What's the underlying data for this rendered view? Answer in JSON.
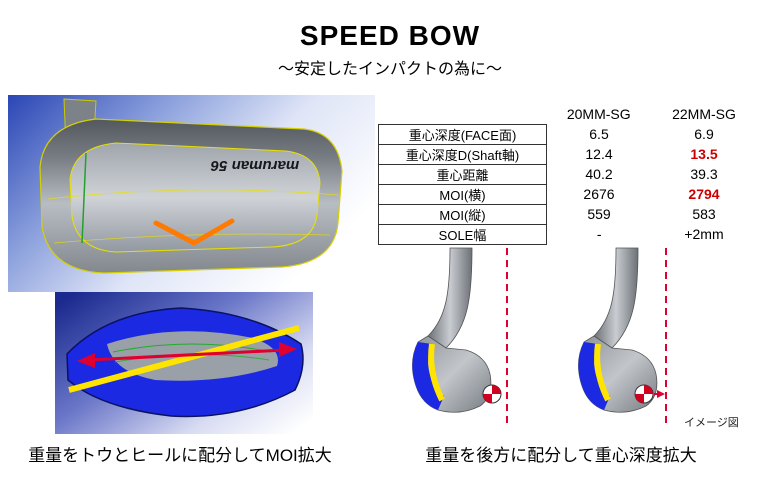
{
  "header": {
    "title": "SPEED BOW",
    "subtitle": "～安定したインパクトの為に～"
  },
  "table": {
    "col_headers": [
      "20MM-SG",
      "22MM-SG"
    ],
    "rows": [
      {
        "label": "重心深度(FACE面)",
        "v1": "6.5",
        "v2": "6.9",
        "hl2": false
      },
      {
        "label": "重心深度D(Shaft軸)",
        "v1": "12.4",
        "v2": "13.5",
        "hl2": true
      },
      {
        "label": "重心距離",
        "v1": "40.2",
        "v2": "39.3",
        "hl2": false
      },
      {
        "label": "MOI(横)",
        "v1": "2676",
        "v2": "2794",
        "hl2": true
      },
      {
        "label": "MOI(縦)",
        "v1": "559",
        "v2": "583",
        "hl2": false
      },
      {
        "label": "SOLE幅",
        "v1": "-",
        "v2": "+2mm",
        "hl2": false
      }
    ]
  },
  "images": {
    "brand": "maruman 56",
    "note": "イメージ図"
  },
  "captions": {
    "left": "重量をトウとヒールに配分してMOI拡大",
    "right": "重量を後方に配分して重心深度拡大"
  },
  "colors": {
    "highlight_red": "#cc0000",
    "weight_blue": "#1b2ae2",
    "marker_yellow": "#ffe400",
    "accent_orange": "#ff7a00",
    "cad_background_blue": "#2a46b5"
  }
}
